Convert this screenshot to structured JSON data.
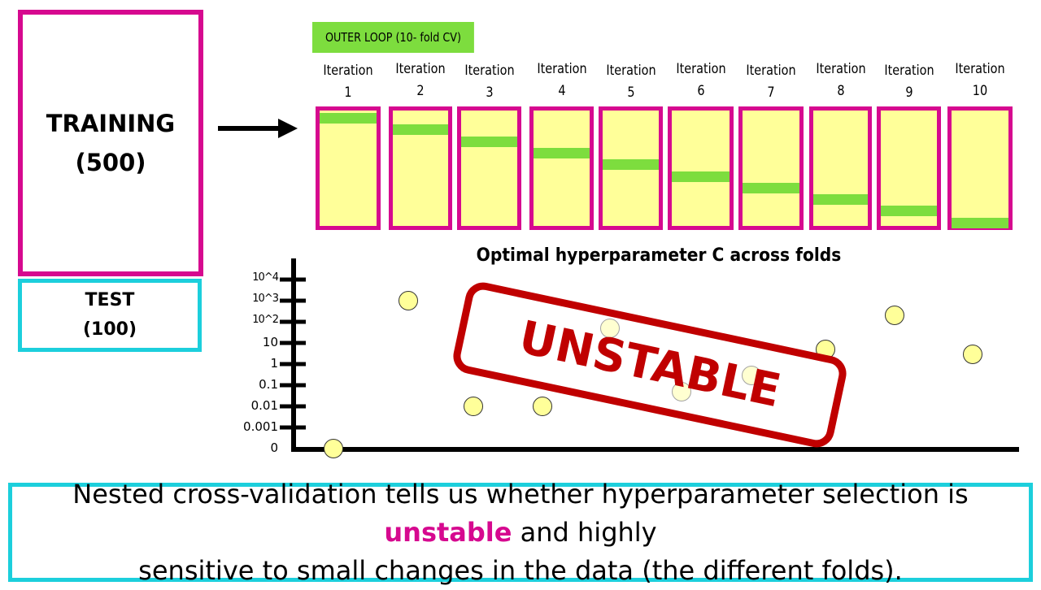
{
  "training": {
    "label": "TRAINING",
    "count": "(500)"
  },
  "test": {
    "label": "TEST",
    "count": "(100)"
  },
  "outer_loop": "OUTER LOOP (10- fold CV)",
  "iterations": [
    {
      "label": "Iteration",
      "num": "1"
    },
    {
      "label": "Iteration",
      "num": "2"
    },
    {
      "label": "Iteration",
      "num": "3"
    },
    {
      "label": "Iteration",
      "num": "4"
    },
    {
      "label": "Iteration",
      "num": "5"
    },
    {
      "label": "Iteration",
      "num": "6"
    },
    {
      "label": "Iteration",
      "num": "7"
    },
    {
      "label": "Iteration",
      "num": "8"
    },
    {
      "label": "Iteration",
      "num": "9"
    },
    {
      "label": "Iteration",
      "num": "10"
    }
  ],
  "chart_data": {
    "type": "scatter",
    "title": "Optimal hyperparameter C across folds",
    "yscale": "log",
    "ytick_labels": [
      "0",
      "0.001",
      "0.01",
      "0.1",
      "1",
      "10",
      "10^2",
      "10^3",
      "10^4"
    ],
    "x": [
      1,
      2,
      3,
      4,
      5,
      6,
      7,
      8,
      9,
      10
    ],
    "y": [
      0,
      1000,
      0.01,
      0.01,
      50,
      0.05,
      0.3,
      5,
      200,
      3
    ],
    "annotation": "UNSTABLE"
  },
  "note": {
    "before": "Nested cross-validation tells us whether hyperparameter selection is ",
    "highlight": "unstable",
    "after": " and highly",
    "line2": "sensitive to small changes in the data (the different folds)."
  },
  "colors": {
    "magenta": "#d6098f",
    "cyan": "#1ccfdc",
    "green": "#7ddd3e",
    "yellow": "#ffff99",
    "red": "#c00000"
  }
}
